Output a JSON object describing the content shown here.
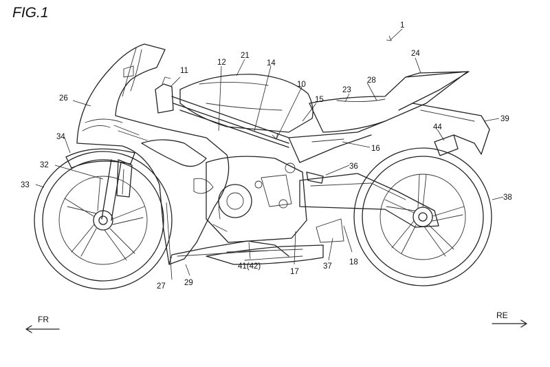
{
  "figure_title": "FIG.1",
  "reference_numerals": {
    "overall": "1",
    "n10": "10",
    "n11": "11",
    "n12": "12",
    "n14": "14",
    "n15": "15",
    "n16": "16",
    "n17": "17",
    "n18": "18",
    "n21": "21",
    "n23": "23",
    "n24": "24",
    "n26": "26",
    "n27": "27",
    "n28": "28",
    "n29": "29",
    "n32": "32",
    "n33": "33",
    "n34": "34",
    "n36": "36",
    "n37": "37",
    "n38": "38",
    "n39": "39",
    "n41": "41(42)",
    "n44": "44"
  },
  "directions": {
    "front": "FR",
    "rear": "RE"
  }
}
